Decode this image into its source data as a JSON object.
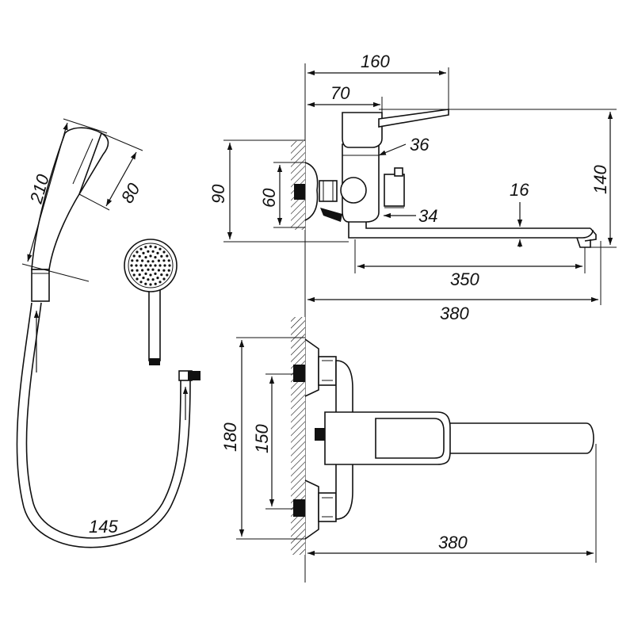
{
  "colors": {
    "line": "#111111",
    "background": "#ffffff"
  },
  "dimensions": {
    "top_width_160": "160",
    "lever_70": "70",
    "nut_36": "36",
    "height_90": "90",
    "height_60": "60",
    "height_140": "140",
    "spout_16": "16",
    "outlet_34": "34",
    "spout_350": "350",
    "overall_380_top": "380",
    "shower_head_210": "210",
    "head_width_80": "80",
    "hose_145": "145",
    "body_180": "180",
    "centres_150": "150",
    "overall_380_bottom": "380"
  }
}
